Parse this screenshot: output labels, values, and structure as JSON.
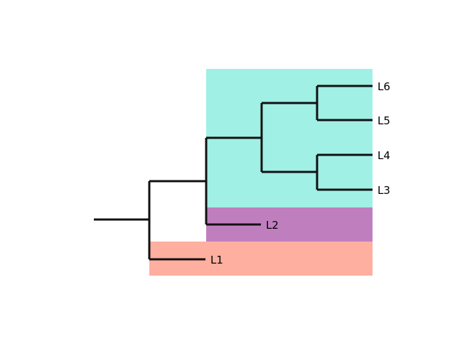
{
  "tree": {
    "leaves": [
      {
        "id": "L6",
        "label": "L6"
      },
      {
        "id": "L5",
        "label": "L5"
      },
      {
        "id": "L4",
        "label": "L4"
      },
      {
        "id": "L3",
        "label": "L3"
      },
      {
        "id": "L2",
        "label": "L2"
      },
      {
        "id": "L1",
        "label": "L1"
      }
    ],
    "topology": "((((L6,L5),(L4,L3)),L2),L1)",
    "clades": [
      {
        "name": "clade-L3-L6",
        "members": [
          "L3",
          "L4",
          "L5",
          "L6"
        ],
        "color": "#a0f0e6"
      },
      {
        "name": "clade-L2",
        "members": [
          "L2"
        ],
        "color": "#bf7fbf"
      },
      {
        "name": "clade-L1",
        "members": [
          "L1"
        ],
        "color": "#ffafa0"
      }
    ],
    "branch_color": "#111111"
  }
}
